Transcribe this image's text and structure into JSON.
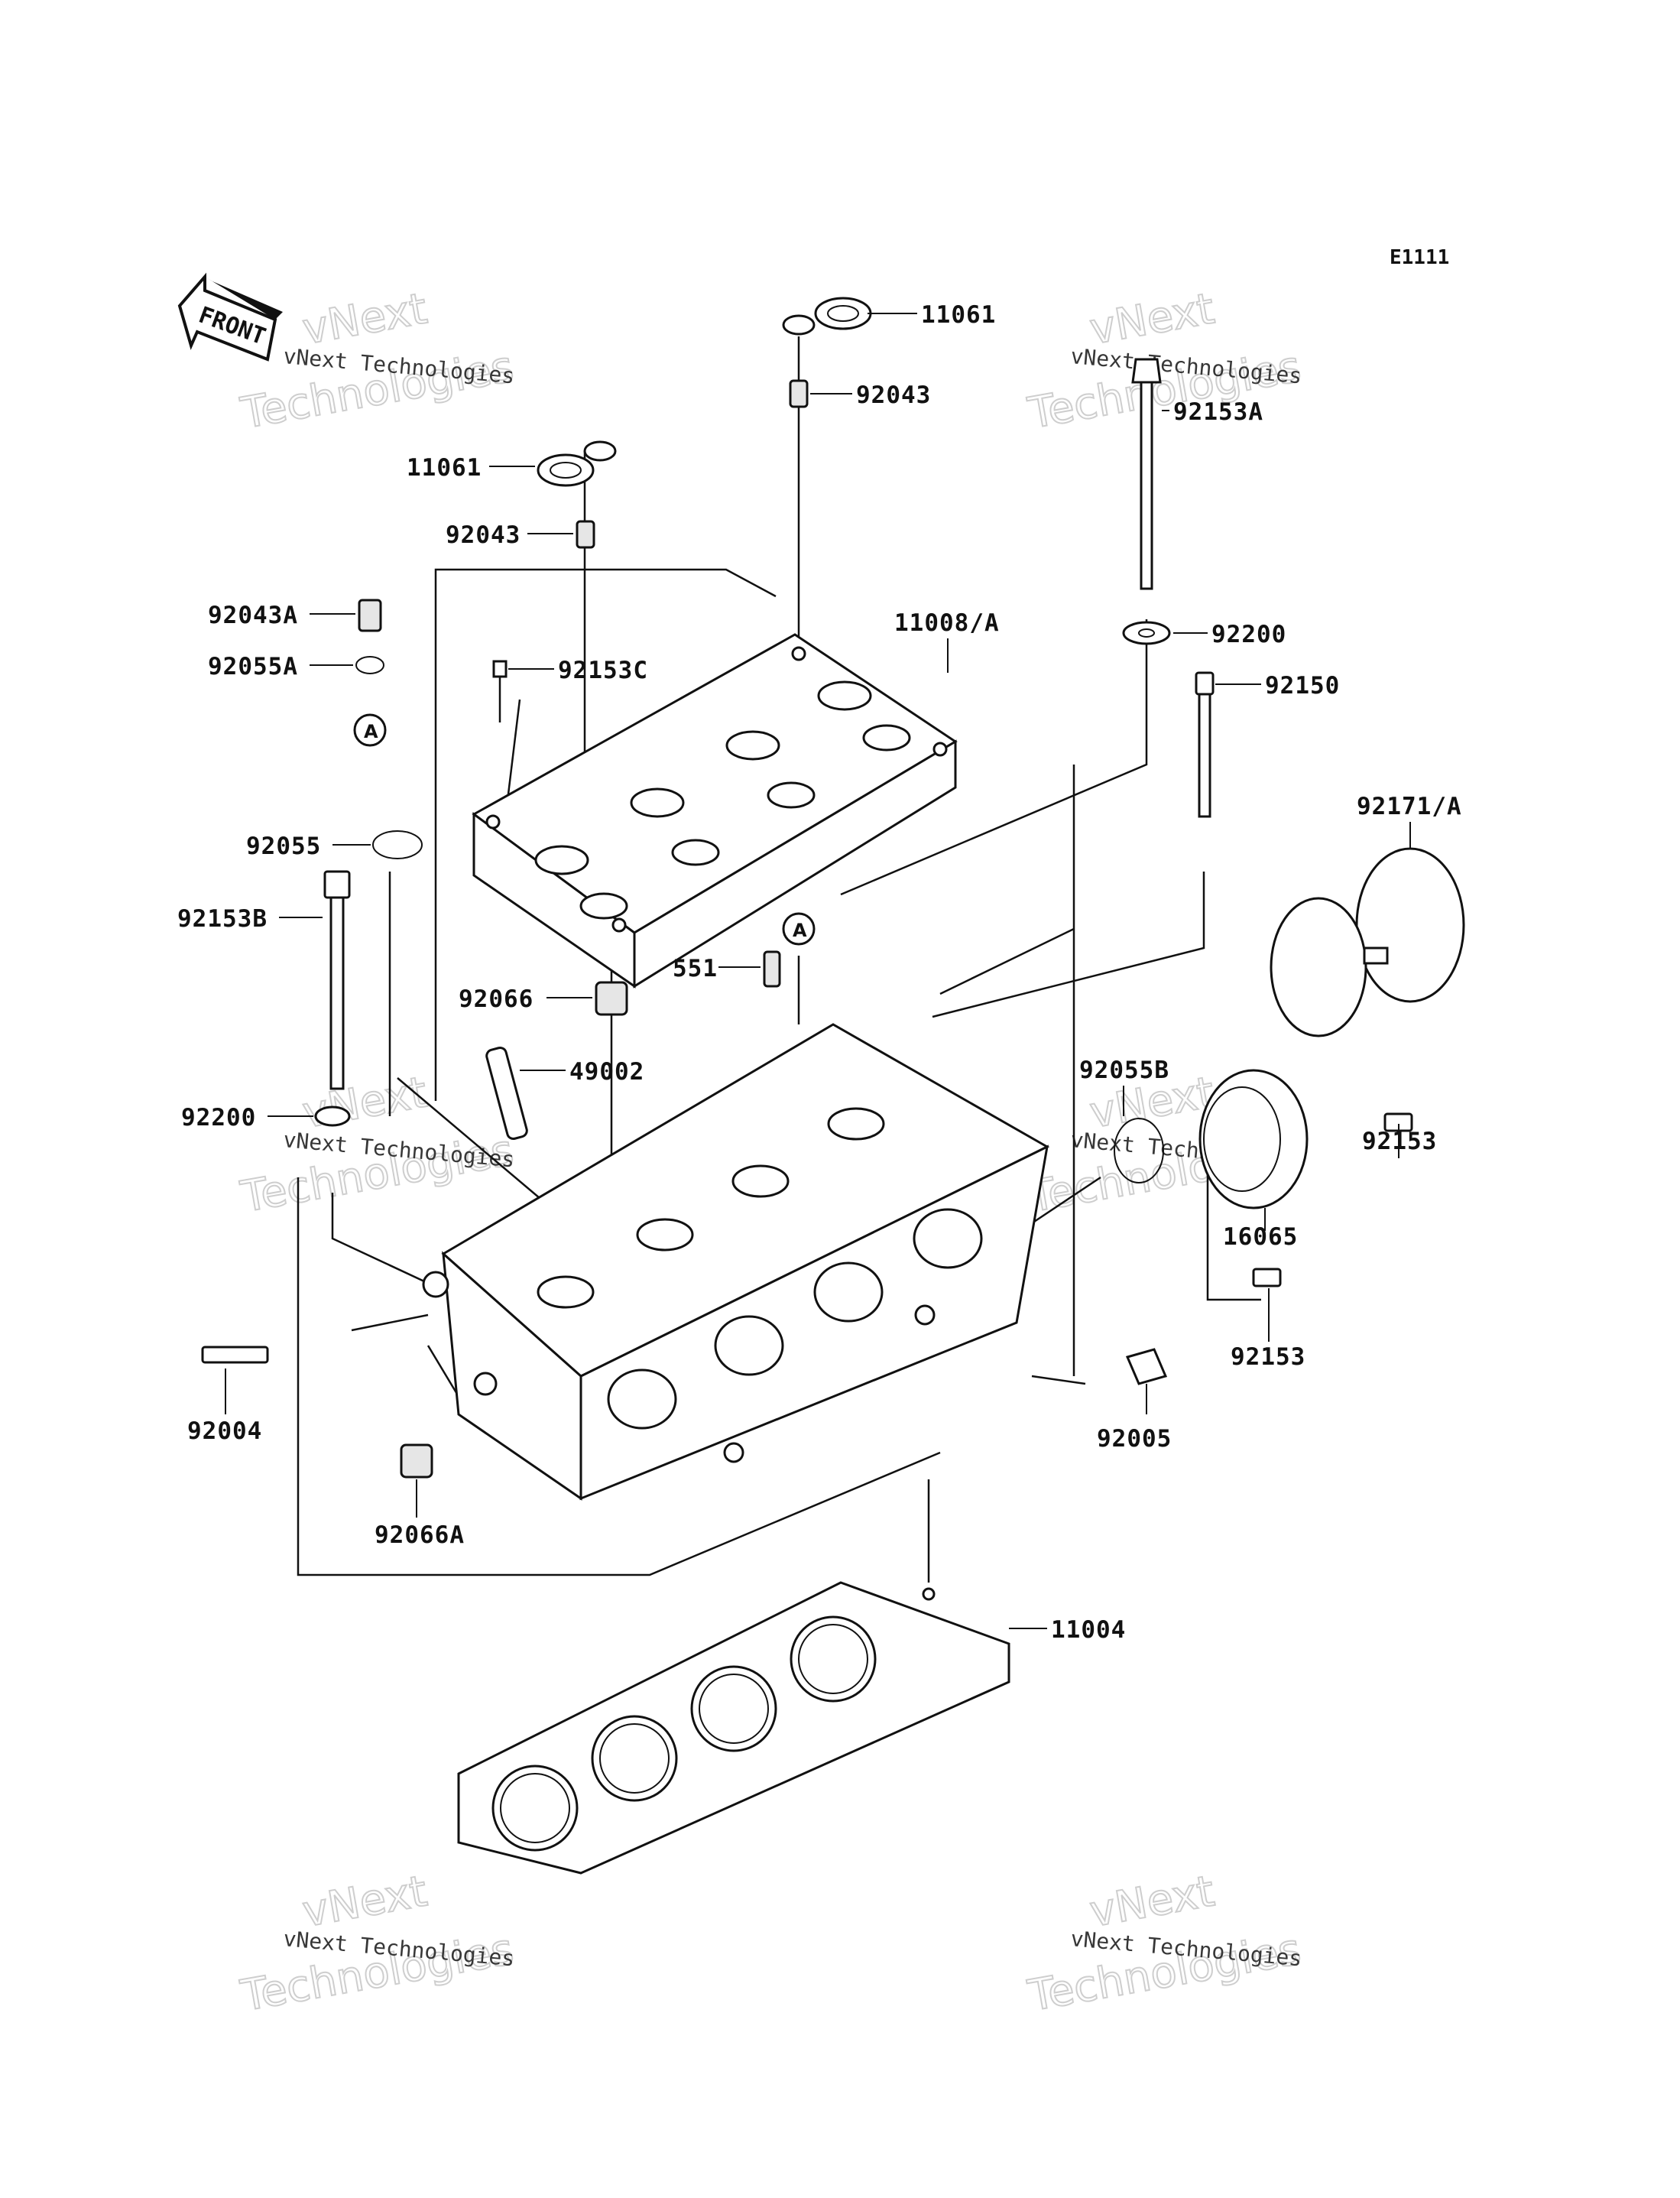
{
  "diagram": {
    "code": "E1111",
    "front_label": "FRONT",
    "ref_marker": "A",
    "watermark": {
      "line1": "vNext Technologies",
      "big_line1": "vNext",
      "big_line2": "Technologies"
    },
    "labels": {
      "p11061_top": "11061",
      "p92043_top": "92043",
      "p92153A": "92153A",
      "p11061_left": "11061",
      "p92043_left": "92043",
      "p92043A": "92043A",
      "p92055A": "92055A",
      "p92153C": "92153C",
      "p11008A": "11008/A",
      "p92200_right": "92200",
      "p92150": "92150",
      "p92055": "92055",
      "p92171A": "92171/A",
      "p92153B": "92153B",
      "p551": "551",
      "p92066": "92066",
      "p49002": "49002",
      "p92055B": "92055B",
      "p92200_left": "92200",
      "p92153_a": "92153",
      "p16065": "16065",
      "p92153_b": "92153",
      "p92004": "92004",
      "p92005": "92005",
      "p92066A": "92066A",
      "p11004": "11004"
    }
  }
}
